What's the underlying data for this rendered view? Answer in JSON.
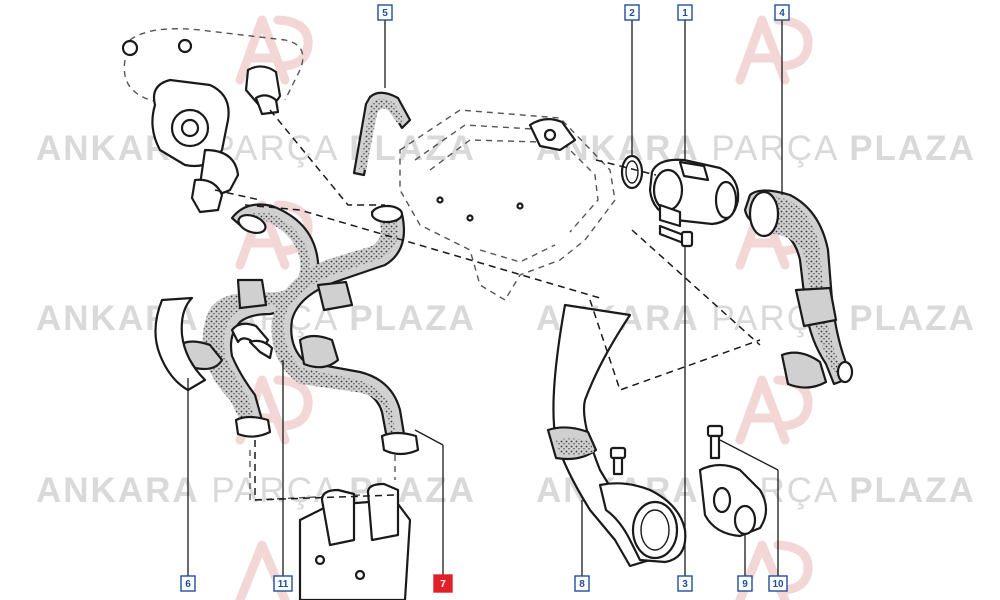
{
  "watermark": {
    "word1": "ANKARA",
    "word2": "PARÇA",
    "word3": "PLAZA",
    "color": "#d9d9d9",
    "logo_color": "#f3d6d6"
  },
  "callouts": [
    {
      "id": "c1",
      "label": "1",
      "highlight": false
    },
    {
      "id": "c2",
      "label": "2",
      "highlight": false
    },
    {
      "id": "c3",
      "label": "3",
      "highlight": false
    },
    {
      "id": "c4",
      "label": "4",
      "highlight": false
    },
    {
      "id": "c5",
      "label": "5",
      "highlight": false
    },
    {
      "id": "c6",
      "label": "6",
      "highlight": false
    },
    {
      "id": "c7",
      "label": "7",
      "highlight": true
    },
    {
      "id": "c8",
      "label": "8",
      "highlight": false
    },
    {
      "id": "c9",
      "label": "9",
      "highlight": false
    },
    {
      "id": "c10",
      "label": "10",
      "highlight": false
    },
    {
      "id": "c11",
      "label": "11",
      "highlight": false
    }
  ],
  "colors": {
    "callout_border": "#1f4f9a",
    "highlight": "#e2202a",
    "line_art": "#1a1a1a"
  }
}
